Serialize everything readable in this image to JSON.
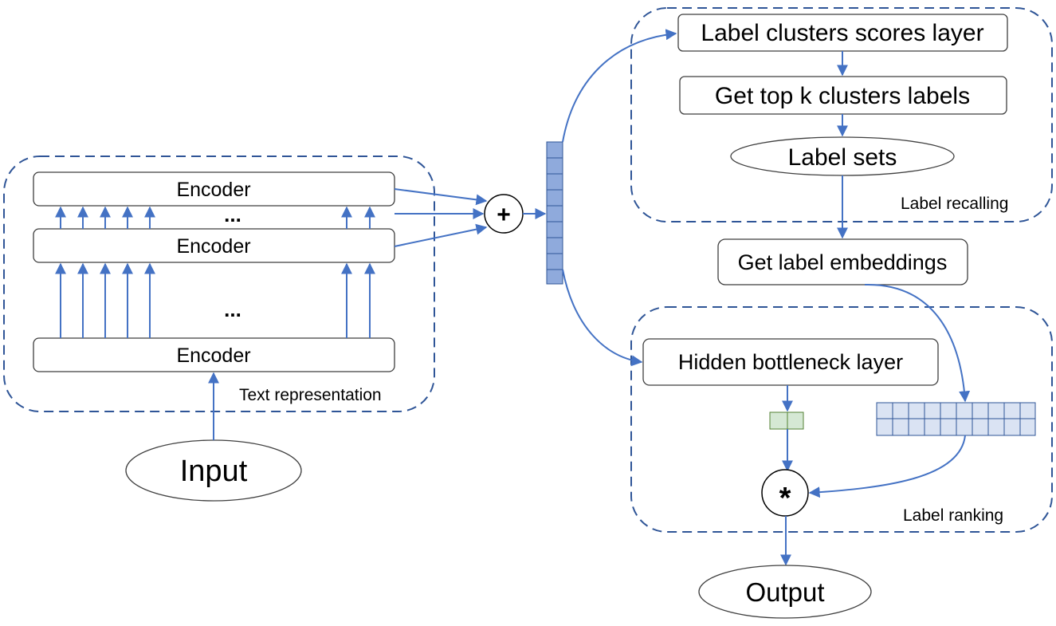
{
  "encoders": {
    "top": "Encoder",
    "middle": "Encoder",
    "bottom": "Encoder"
  },
  "ellipsis": "...",
  "groups": {
    "text_representation": "Text representation",
    "label_recalling": "Label recalling",
    "label_ranking": "Label ranking"
  },
  "nodes": {
    "input": "Input",
    "plus": "+",
    "label_cluster_scores": "Label clusters scores layer",
    "top_k_clusters": "Get top k clusters labels",
    "label_sets": "Label sets",
    "label_embeddings": "Get label embeddings",
    "hidden_bottleneck": "Hidden bottleneck layer",
    "multiply": "*",
    "output": "Output"
  },
  "colors": {
    "arrow": "#4472c4",
    "group_border": "#2f5597",
    "vector_cell": "#8faadc",
    "label_embedding_cell": "#dae3f3",
    "bottleneck_cell": "#d5e8d4"
  }
}
